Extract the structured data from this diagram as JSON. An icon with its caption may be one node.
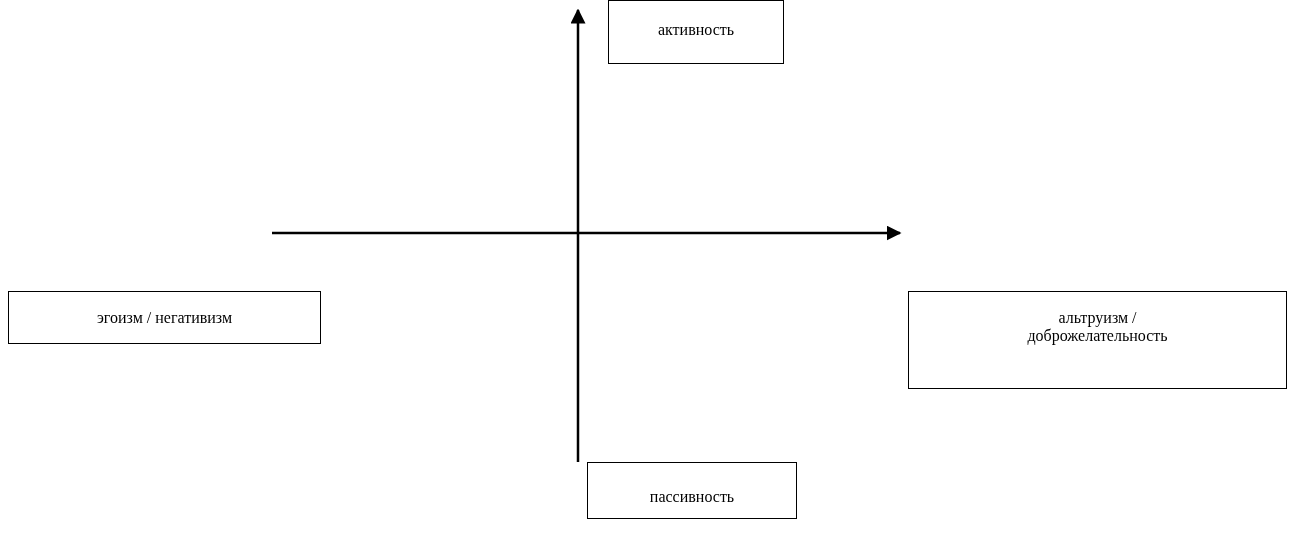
{
  "diagram": {
    "nodes": [
      {
        "text": [
          "активность"
        ]
      },
      {
        "text": [
          "эгоизм / негативизм"
        ]
      },
      {
        "text": [
          "альтруизм /доброжелательность"
        ]
      },
      {
        "text": [
          "пассивность"
        ]
      }
    ]
  }
}
